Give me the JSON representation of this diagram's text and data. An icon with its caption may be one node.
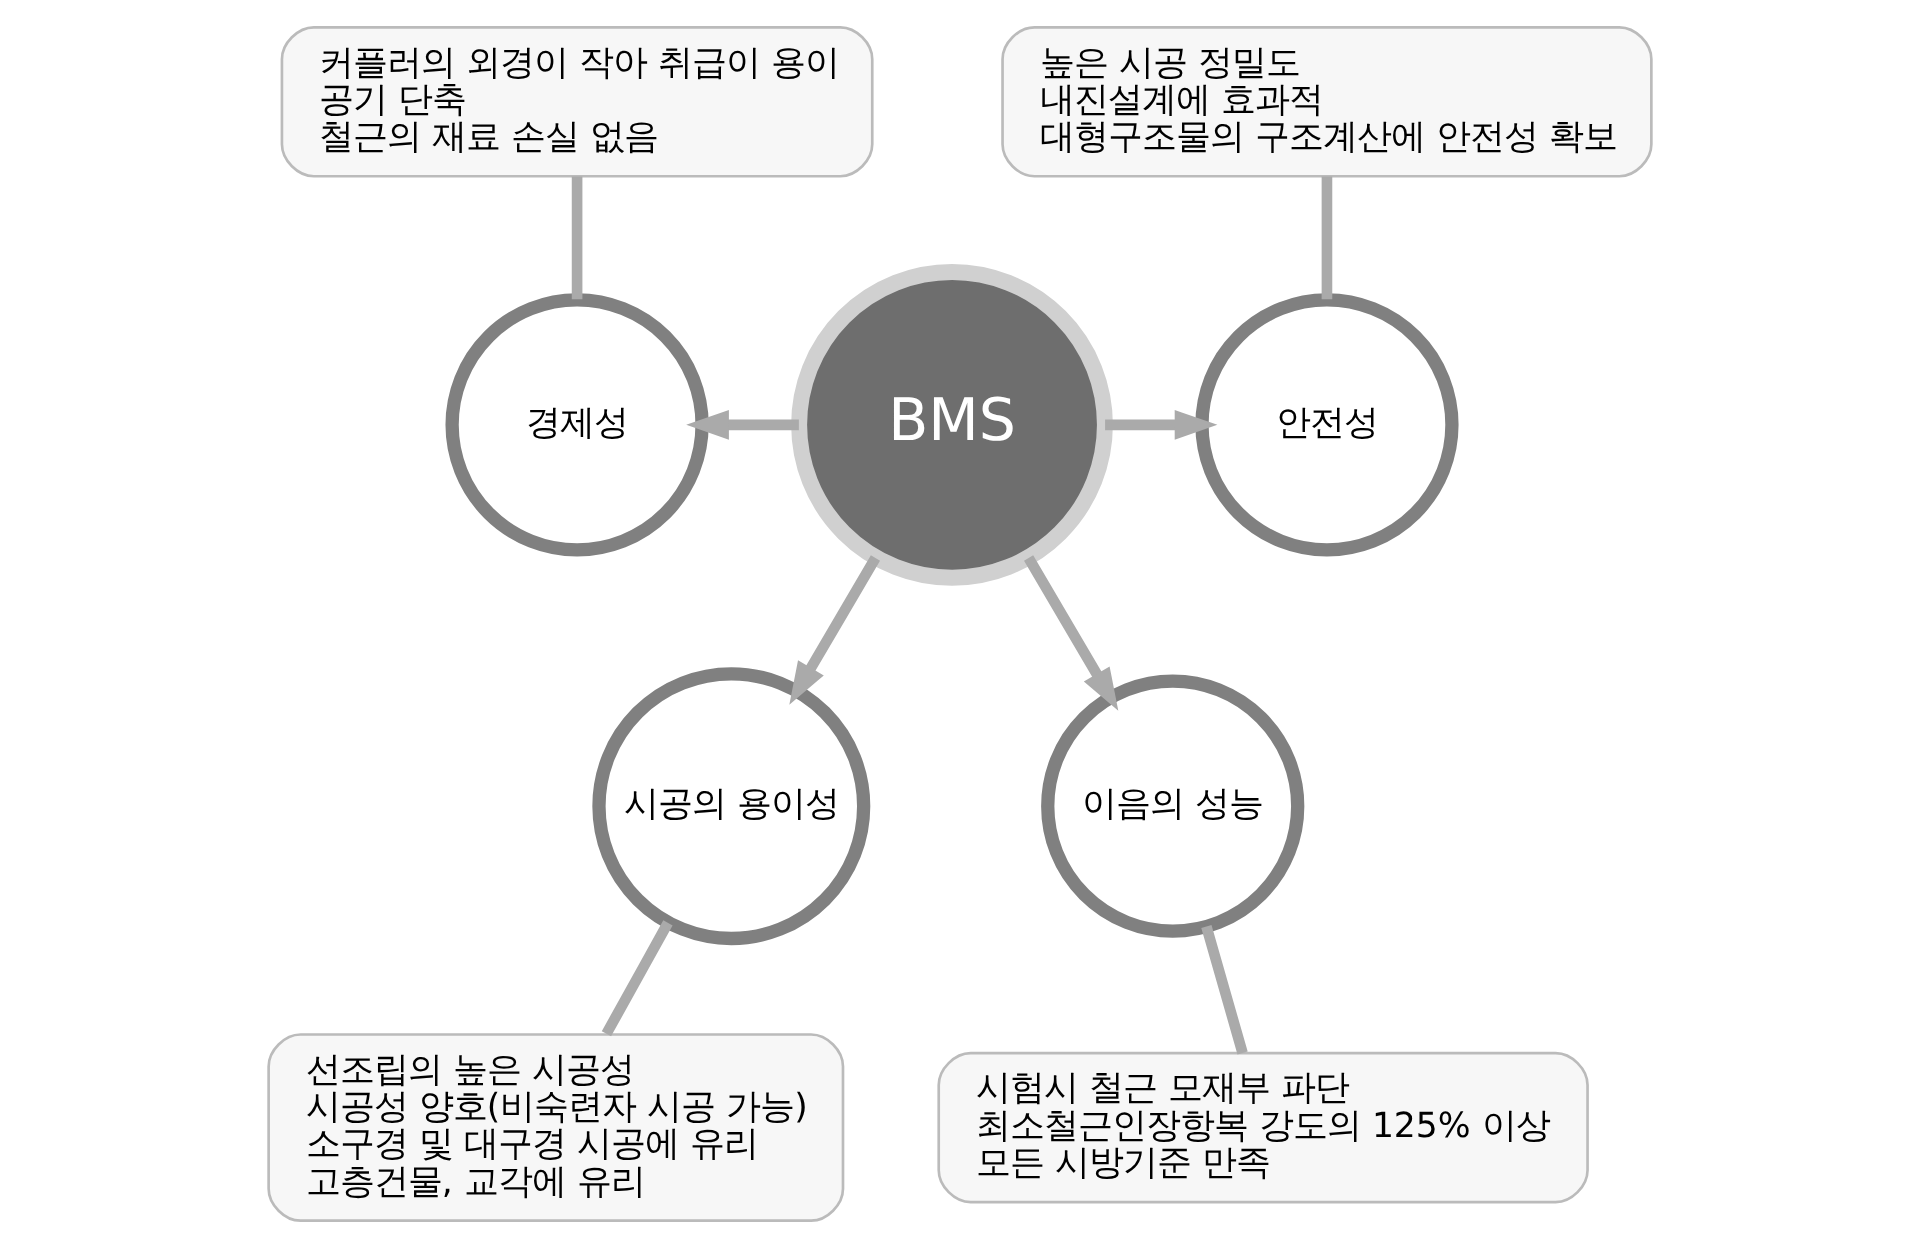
{
  "diagram": {
    "nodes": [
      {
        "text": [
          "BMS"
        ]
      },
      {
        "text": [
          "경제성"
        ]
      },
      {
        "text": [
          "안전성"
        ]
      },
      {
        "text": [
          "시공의 용이성"
        ]
      },
      {
        "text": [
          "이음의 성능"
        ]
      },
      {
        "text": [
          "커플러의 외경이 작아 취급이 용이",
          "공기 단축",
          "철근의 재료 손실 없음"
        ]
      },
      {
        "text": [
          "높은 시공 정밀도",
          "내진설계에 효과적",
          "대형구조물의 구조계산에 안전성 확보"
        ]
      },
      {
        "text": [
          "선조립의 높은 시공성",
          "시공성 양호(비숙련자 시공 가능)",
          "소구경 및 대구경 시공에 유리",
          "고층건물, 교각에 유리"
        ]
      },
      {
        "text": [
          "시험시 철근 모재부 파단",
          "최소철근인장항복 강도의 125% 이상",
          "모든 시방기준 만족"
        ]
      }
    ],
    "edges": [
      {
        "from": 0,
        "to": 1,
        "arrow": "to"
      },
      {
        "from": 0,
        "to": 2,
        "arrow": "to"
      },
      {
        "from": 0,
        "to": 3,
        "arrow": "to"
      },
      {
        "from": 0,
        "to": 4,
        "arrow": "to"
      },
      {
        "from": 5,
        "to": 1,
        "arrow": "none"
      },
      {
        "from": 6,
        "to": 2,
        "arrow": "none"
      },
      {
        "from": 7,
        "to": 3,
        "arrow": "none"
      },
      {
        "from": 8,
        "to": 4,
        "arrow": "none"
      }
    ]
  }
}
